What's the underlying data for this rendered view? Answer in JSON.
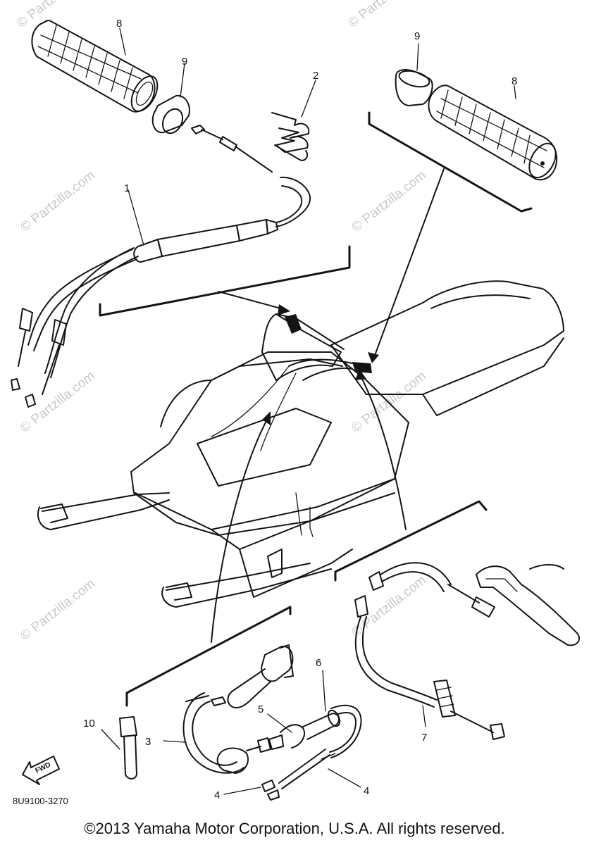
{
  "diagram": {
    "callouts": {
      "grip_left": "8",
      "collar_left": "9",
      "clip": "2",
      "collar_right": "9",
      "grip_right": "8",
      "throttle_cable": "1",
      "key": "10",
      "cable_switch": "3",
      "switch_body": "5",
      "cable_harness": "6",
      "lead_wire_lower": "4",
      "lead_wire_right": "4",
      "brake_cable": "7"
    },
    "part_code": "8U9100-3270",
    "fwd_label": "FWD",
    "watermark_text": "© Partzilla.com",
    "copyright": "©2013 Yamaha Motor Corporation, U.S.A. All rights reserved."
  },
  "colors": {
    "line": "#141414",
    "watermark": "#c9c9c9",
    "background": "#ffffff"
  }
}
